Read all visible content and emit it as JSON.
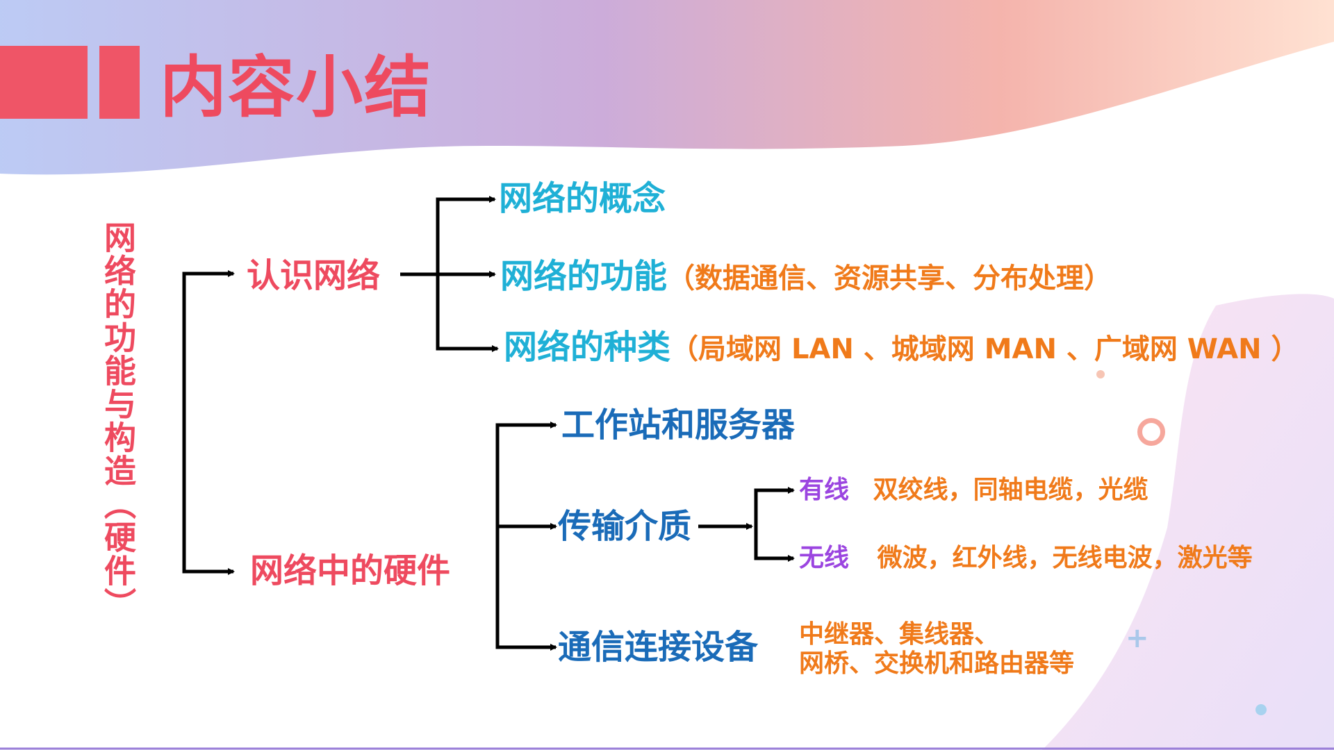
{
  "slide": {
    "title": "内容小结",
    "root": "网络的功能与构造（硬件）",
    "branch1": {
      "label": "认识网络",
      "items": [
        {
          "head": "网络的概念",
          "detail": ""
        },
        {
          "head": "网络的功能",
          "detail": "（数据通信、资源共享、分布处理）"
        },
        {
          "head": "网络的种类",
          "detail": "（局域网 LAN 、城域网 MAN 、广域网 WAN ）"
        }
      ]
    },
    "branch2": {
      "label": "网络中的硬件",
      "items": [
        {
          "label": "工作站和服务器"
        },
        {
          "label": "传输介质",
          "sub": [
            {
              "type": "有线",
              "detail": "双绞线，同轴电缆，光缆"
            },
            {
              "type": "无线",
              "detail": "微波，红外线，无线电波，激光等"
            }
          ]
        },
        {
          "label": "通信连接设备",
          "detail_line1": "中继器、集线器、",
          "detail_line2": "网桥、交换机和路由器等"
        }
      ]
    }
  },
  "colors": {
    "title_red": "#ee4a5f",
    "cyan": "#1fb0d6",
    "orange": "#f07a1a",
    "blue": "#1a6bb8",
    "purple": "#9b45e0"
  }
}
